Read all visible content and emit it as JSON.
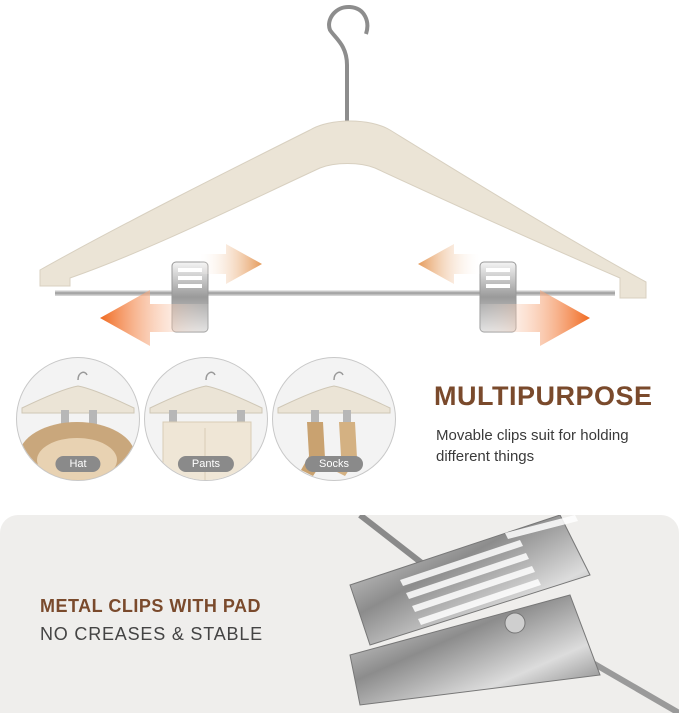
{
  "hero": {
    "image": "velvet-hanger-with-sliding-clips"
  },
  "uses": [
    {
      "label": "Hat",
      "icon": "hat-icon"
    },
    {
      "label": "Pants",
      "icon": "pants-icon"
    },
    {
      "label": "Socks",
      "icon": "socks-icon"
    }
  ],
  "feature": {
    "headline": "MULTIPURPOSE",
    "description": "Movable clips suit for holding different things"
  },
  "detail": {
    "title": "METAL CLIPS WITH PAD",
    "subtitle": "NO CREASES & STABLE"
  },
  "colors": {
    "hanger": "#ebe4d6",
    "accent": "#7a4a2c",
    "arrow": "#f07a2e",
    "panel": "#efeeec"
  }
}
